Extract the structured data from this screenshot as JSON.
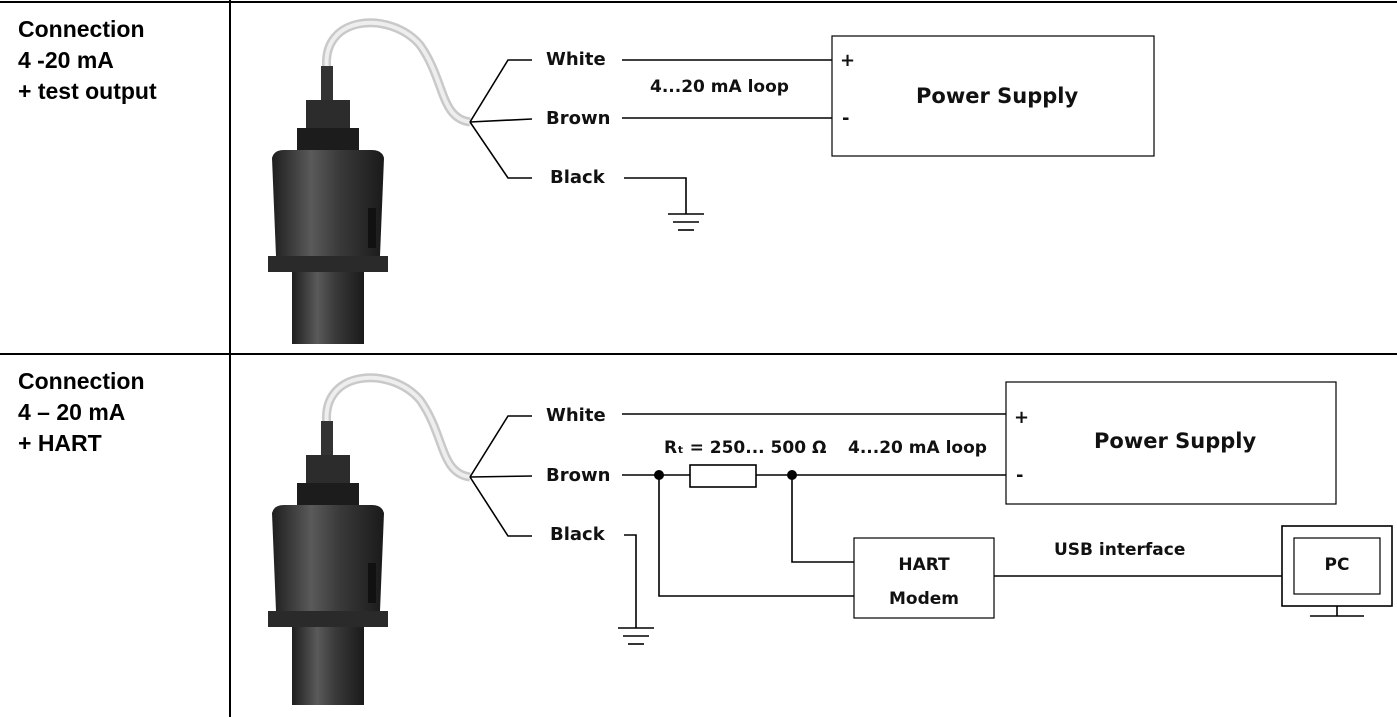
{
  "rows": [
    {
      "label": "Connection\n4 -20 mA\n+ test output",
      "wires": {
        "white": "White",
        "brown": "Brown",
        "black": "Black"
      },
      "loop_label": "4...20 mA loop",
      "power_supply": {
        "title": "Power Supply",
        "plus": "+",
        "minus": "-"
      }
    },
    {
      "label": "Connection\n4 – 20 mA\n+ HART",
      "wires": {
        "white": "White",
        "brown": "Brown",
        "black": "Black"
      },
      "resistor_label": "Rₜ = 250... 500 Ω",
      "loop_label": "4...20 mA loop",
      "power_supply": {
        "title": "Power Supply",
        "plus": "+",
        "minus": "-"
      },
      "modem": {
        "line1": "HART",
        "line2": "Modem"
      },
      "usb_label": "USB interface",
      "pc_label": "PC"
    }
  ]
}
